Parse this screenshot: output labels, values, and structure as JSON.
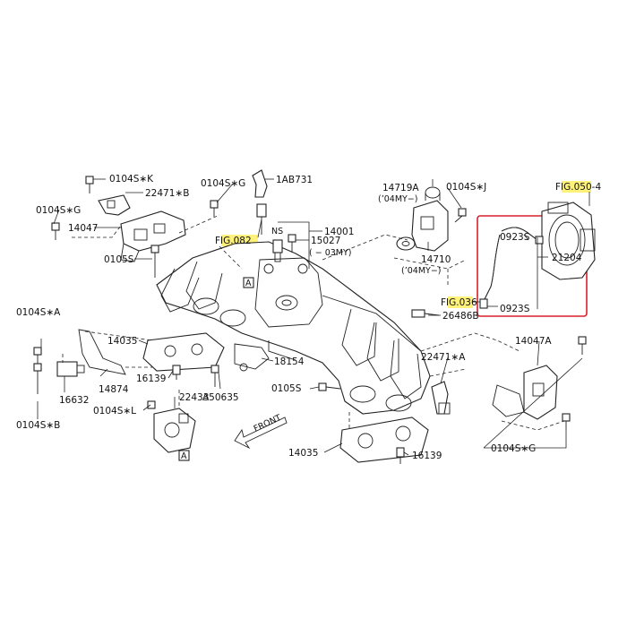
{
  "labels": {
    "p0104s_k": "0104S∗K",
    "p22471_b": "22471∗B",
    "p0104s_g_top": "0104S∗G",
    "p1ab731": "1AB731",
    "p0104s_g_left": "0104S∗G",
    "fig082": "FIG.082",
    "fig082_hl": "IG.082",
    "ns": "NS",
    "p14001": "14001",
    "p14047": "14047",
    "p0105s_a": "0105S",
    "p15027": "15027",
    "p15027_note": "( − 03MY)",
    "p14719a": "14719A",
    "p14719a_note": "(’04MY−)",
    "p0104s_j": "0104S∗J",
    "p14710": "14710",
    "p14710_note": "(’04MY−)",
    "fig050": "FIG.050-4",
    "fig050_hl": "IG.05",
    "p0923s_a": "0923S",
    "p21204": "21204",
    "p0923s_b": "0923S",
    "fig036": "FIG.036",
    "fig036_hl": "IG.03",
    "p26486b": "26486B",
    "p0104s_a": "0104S∗A",
    "p14035_a": "14035",
    "p14874": "14874",
    "p16139_a": "16139",
    "p18154": "18154",
    "p16632": "16632",
    "p22433": "22433",
    "p0104s_l": "0104S∗L",
    "a50635": "A50635",
    "p0105s_b": "0105S",
    "p22471_a": "22471∗A",
    "p14047a": "14047A",
    "p0104s_b": "0104S∗B",
    "front": "FRONT",
    "p14035_b": "14035",
    "p16139_b": "16139",
    "p0104s_g_br": "0104S∗G",
    "ref_a": "A"
  },
  "colors": {
    "highlight_yellow": "#fff27a",
    "highlight_green": "#7dea5a",
    "callout_red": "#d9202c",
    "line": "#222222"
  }
}
